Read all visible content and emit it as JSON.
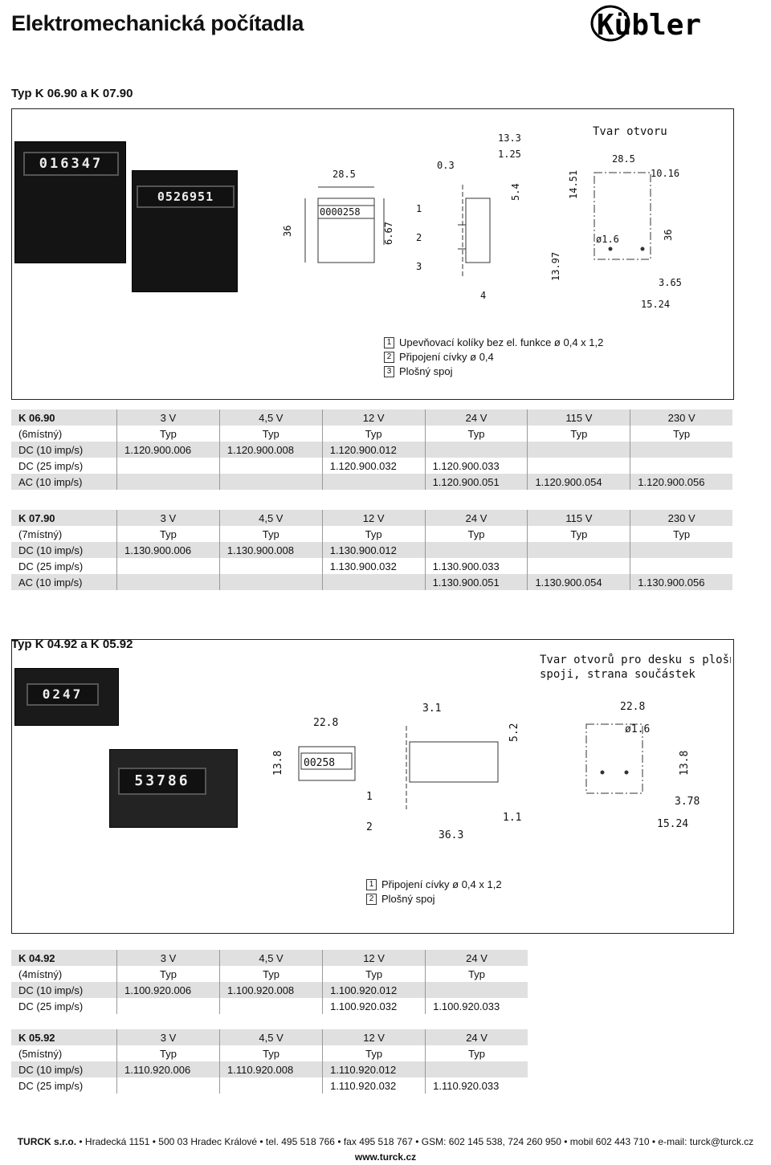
{
  "header": {
    "title": "Elektromechanická počítadla",
    "logo_text": "Kübler"
  },
  "section1": {
    "heading": "Typ K 06.90 a K 07.90",
    "photo_display_1": "016347",
    "photo_display_2": "0526951",
    "drawing": {
      "cutout_title": "Tvar otvoru",
      "counter_value": "0000258",
      "dims": {
        "width": "28.5",
        "height": "36",
        "body_depth": "6.67",
        "d_0_3": "0.3",
        "d_13_3": "13.3",
        "d_1_25": "1.25",
        "d_5_4": "5.4",
        "d_4": "4",
        "d_14_51": "14.51",
        "d_13_97": "13.97",
        "cut_width": "28.5",
        "d_10_16": "10.16",
        "hole": "ø1.6",
        "cut_height": "36",
        "d_3_65": "3.65",
        "d_15_24": "15.24"
      },
      "markers": [
        "1",
        "2",
        "3"
      ]
    },
    "legend": [
      {
        "n": "1",
        "text": "Upevňovací kolíky bez el. funkce ø 0,4 x 1,2"
      },
      {
        "n": "2",
        "text": "Připojení cívky ø 0,4"
      },
      {
        "n": "3",
        "text": "Plošný spoj"
      }
    ]
  },
  "table1": {
    "title": "K 06.90",
    "sub": "(6místný)",
    "voltages": [
      "3 V",
      "4,5 V",
      "12 V",
      "24 V",
      "115 V",
      "230 V"
    ],
    "typ": [
      "Typ",
      "Typ",
      "Typ",
      "Typ",
      "Typ",
      "Typ"
    ],
    "rows": [
      {
        "label": "DC (10 imp/s)",
        "cells": [
          "1.120.900.006",
          "1.120.900.008",
          "1.120.900.012",
          "",
          "",
          ""
        ]
      },
      {
        "label": "DC (25 imp/s)",
        "cells": [
          "",
          "",
          "1.120.900.032",
          "1.120.900.033",
          "",
          ""
        ]
      },
      {
        "label": "AC (10 imp/s)",
        "cells": [
          "",
          "",
          "",
          "1.120.900.051",
          "1.120.900.054",
          "1.120.900.056"
        ]
      }
    ]
  },
  "table2": {
    "title": "K 07.90",
    "sub": "(7místný)",
    "voltages": [
      "3 V",
      "4,5 V",
      "12 V",
      "24 V",
      "115 V",
      "230 V"
    ],
    "typ": [
      "Typ",
      "Typ",
      "Typ",
      "Typ",
      "Typ",
      "Typ"
    ],
    "rows": [
      {
        "label": "DC (10 imp/s)",
        "cells": [
          "1.130.900.006",
          "1.130.900.008",
          "1.130.900.012",
          "",
          "",
          ""
        ]
      },
      {
        "label": "DC (25 imp/s)",
        "cells": [
          "",
          "",
          "1.130.900.032",
          "1.130.900.033",
          "",
          ""
        ]
      },
      {
        "label": "AC (10 imp/s)",
        "cells": [
          "",
          "",
          "",
          "1.130.900.051",
          "1.130.900.054",
          "1.130.900.056"
        ]
      }
    ]
  },
  "section2": {
    "heading": "Typ K 04.92 a K 05.92",
    "photo_display_1": "0247",
    "photo_display_2": "53786",
    "drawing": {
      "cutout_title_1": "Tvar otvorů pro desku s plošnými",
      "cutout_title_2": "spoji, strana součástek",
      "counter_value": "00258",
      "dims": {
        "width": "22.8",
        "height": "13.8",
        "d_3_1": "3.1",
        "d_5_2": "5.2",
        "d_1_1": "1.1",
        "d_36_3": "36.3",
        "cut_width": "22.8",
        "hole": "ø1.6",
        "cut_height": "13.8",
        "d_3_78": "3.78",
        "d_15_24": "15.24"
      },
      "markers": [
        "1",
        "2"
      ]
    },
    "legend": [
      {
        "n": "1",
        "text": "Připojení cívky ø 0,4 x 1,2"
      },
      {
        "n": "2",
        "text": "Plošný spoj"
      }
    ]
  },
  "table3": {
    "title": "K 04.92",
    "sub": "(4místný)",
    "voltages": [
      "3 V",
      "4,5 V",
      "12 V",
      "24 V"
    ],
    "typ": [
      "Typ",
      "Typ",
      "Typ",
      "Typ"
    ],
    "rows": [
      {
        "label": "DC (10 imp/s)",
        "cells": [
          "1.100.920.006",
          "1.100.920.008",
          "1.100.920.012",
          ""
        ]
      },
      {
        "label": "DC (25 imp/s)",
        "cells": [
          "",
          "",
          "1.100.920.032",
          "1.100.920.033"
        ]
      }
    ]
  },
  "table4": {
    "title": "K 05.92",
    "sub": "(5místný)",
    "voltages": [
      "3 V",
      "4,5 V",
      "12 V",
      "24 V"
    ],
    "typ": [
      "Typ",
      "Typ",
      "Typ",
      "Typ"
    ],
    "rows": [
      {
        "label": "DC (10 imp/s)",
        "cells": [
          "1.110.920.006",
          "1.110.920.008",
          "1.110.920.012",
          ""
        ]
      },
      {
        "label": "DC (25 imp/s)",
        "cells": [
          "",
          "",
          "1.110.920.032",
          "1.110.920.033"
        ]
      }
    ]
  },
  "footer": {
    "company": "TURCK s.r.o.",
    "details": " • Hradecká 1151 • 500 03 Hradec Králové • tel. 495 518 766 • fax 495 518 767 • GSM: 602 145 538, 724 260 950 • mobil 602 443 710 • e-mail: turck@turck.cz",
    "web": "www.turck.cz"
  }
}
